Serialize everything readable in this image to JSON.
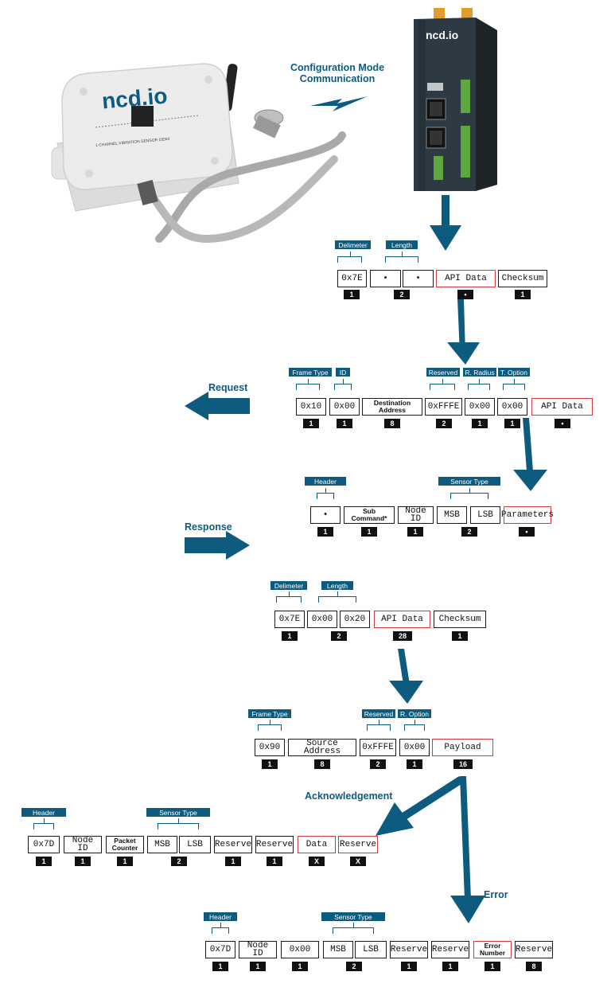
{
  "brand": "ncd.io",
  "sensor_label": "1 CHANNEL VIBRATION SENSOR GEN4",
  "headings": {
    "config": "Configuration Mode\nCommunication",
    "request": "Request",
    "response": "Response",
    "ack": "Acknowledgement",
    "error": "Error"
  },
  "colors": {
    "accent": "#0d5c80",
    "red_border": "#d23b3b",
    "dark": "#111111"
  },
  "frame1": {
    "labels": [
      "Delimeter",
      "Length"
    ],
    "boxes": [
      "0x7E",
      "•",
      "•",
      "API Data",
      "Checksum"
    ],
    "nums": [
      "1",
      "2",
      "•",
      "1"
    ]
  },
  "frame2": {
    "labels": [
      "Frame Type",
      "ID",
      "Reserved",
      "R. Radius",
      "T. Option"
    ],
    "boxes": [
      "0x10",
      "0x00",
      "Destination Address",
      "0xFFFE",
      "0x00",
      "0x00",
      "API Data"
    ],
    "nums": [
      "1",
      "1",
      "8",
      "2",
      "1",
      "1",
      "•"
    ]
  },
  "frame3": {
    "labels": [
      "Header",
      "Sensor Type"
    ],
    "boxes": [
      "•",
      "Sub Command*",
      "Node ID",
      "MSB",
      "LSB",
      "Parameters"
    ],
    "nums": [
      "1",
      "1",
      "1",
      "2",
      "•"
    ]
  },
  "frame4": {
    "labels": [
      "Delimeter",
      "Length"
    ],
    "boxes": [
      "0x7E",
      "0x00",
      "0x20",
      "API Data",
      "Checksum"
    ],
    "nums": [
      "1",
      "2",
      "28",
      "1"
    ]
  },
  "frame5": {
    "labels": [
      "Frame Type",
      "Reserved",
      "R. Option"
    ],
    "boxes": [
      "0x90",
      "Source Address",
      "0xFFFE",
      "0x00",
      "Payload"
    ],
    "nums": [
      "1",
      "8",
      "2",
      "1",
      "16"
    ]
  },
  "frame6": {
    "labels": [
      "Header",
      "Sensor Type"
    ],
    "boxes": [
      "0x7D",
      "Node ID",
      "Packet Counter",
      "MSB",
      "LSB",
      "Reserve",
      "Reserve",
      "Data",
      "Reserve"
    ],
    "nums": [
      "1",
      "1",
      "1",
      "2",
      "1",
      "1",
      "X",
      "X"
    ]
  },
  "frame7": {
    "labels": [
      "Header",
      "Sensor Type"
    ],
    "boxes": [
      "0x7D",
      "Node ID",
      "0x00",
      "MSB",
      "LSB",
      "Reserve",
      "Reserve",
      "Error Number",
      "Reserve"
    ],
    "nums": [
      "1",
      "1",
      "1",
      "2",
      "1",
      "1",
      "1",
      "8"
    ]
  }
}
